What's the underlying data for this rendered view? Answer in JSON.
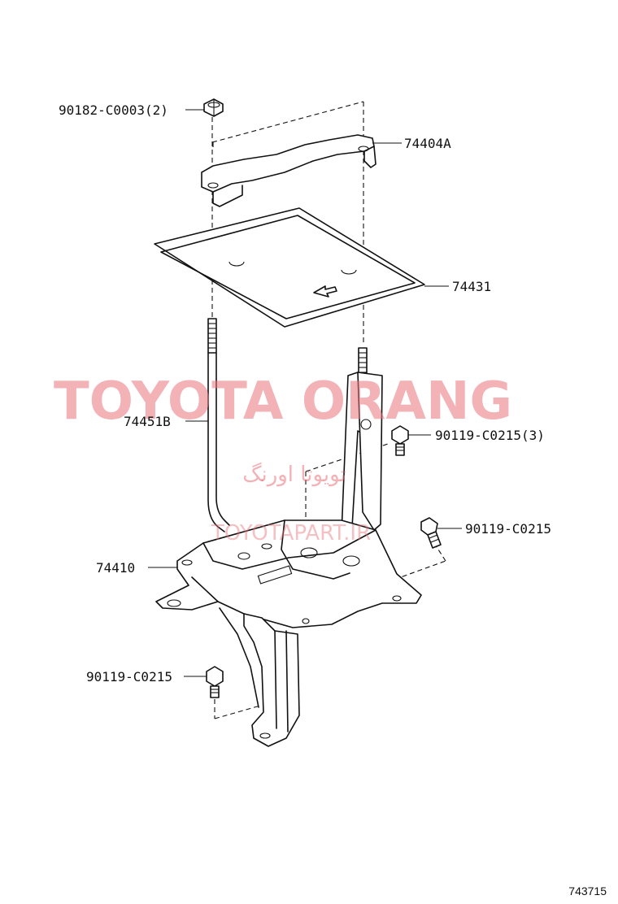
{
  "callouts": {
    "nut_top": "90182-C0003(2)",
    "hold_down_clamp": "74404A",
    "battery_tray": "74431",
    "hold_down_bolt": "74451B",
    "bolt_right_upper": "90119-C0215(3)",
    "bolt_right_lower": "90119-C0215",
    "carrier": "74410",
    "bolt_left_lower": "90119-C0215"
  },
  "watermark": {
    "main": "TOYOTA ORANG",
    "persian": "تویوتا اورنگ",
    "site": "TOYOTAPART.IR",
    "color": "#e8737a"
  },
  "figure_number": "743715"
}
